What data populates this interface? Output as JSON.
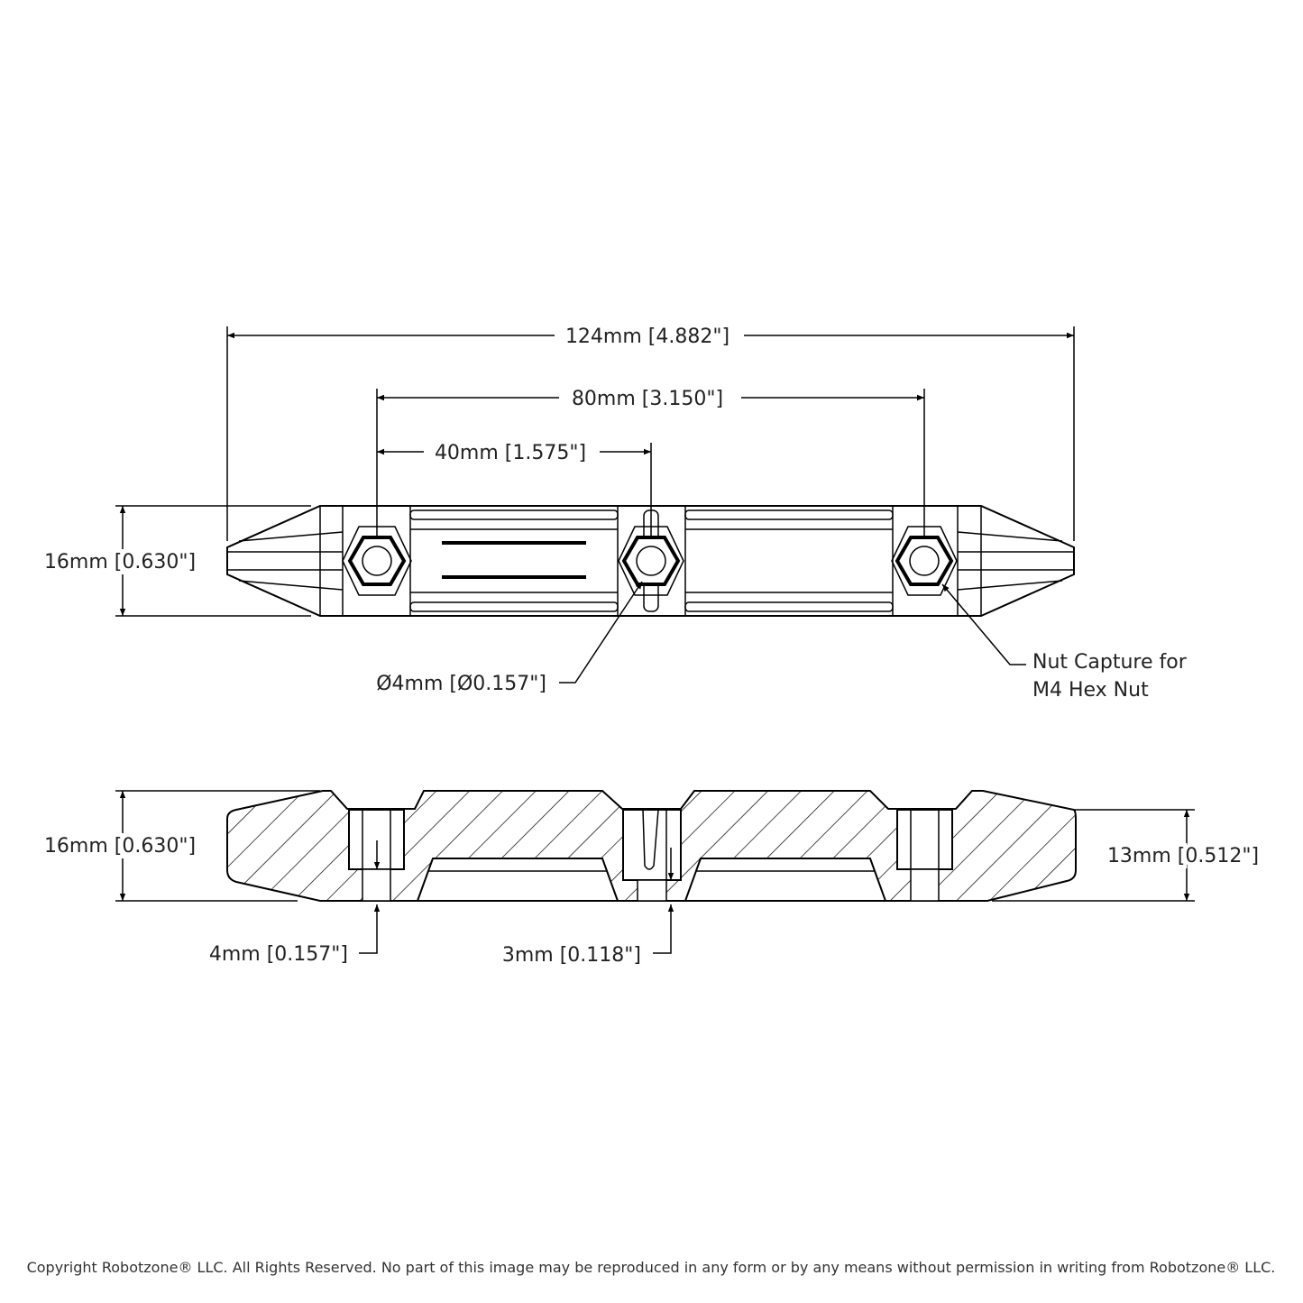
{
  "top_view": {
    "dim_overall": "124mm [4.882\"]",
    "dim_outer_holes": "80mm [3.150\"]",
    "dim_hole_spacing": "40mm [1.575\"]",
    "dim_height": "16mm [0.630\"]",
    "callout_hole": "Ø4mm [Ø0.157\"]",
    "callout_nut_line1": "Nut Capture for",
    "callout_nut_line2": "M4 Hex Nut"
  },
  "section_view": {
    "dim_height": "16mm [0.630\"]",
    "dim_inner_height": "13mm [0.512\"]",
    "dim_hole": "4mm [0.157\"]",
    "dim_slot": "3mm [0.118\"]"
  },
  "footer": {
    "copyright": "Copyright Robotzone® LLC.  All Rights Reserved. No part of this image may be reproduced in any form or by any means without permission in writing from Robotzone® LLC."
  }
}
